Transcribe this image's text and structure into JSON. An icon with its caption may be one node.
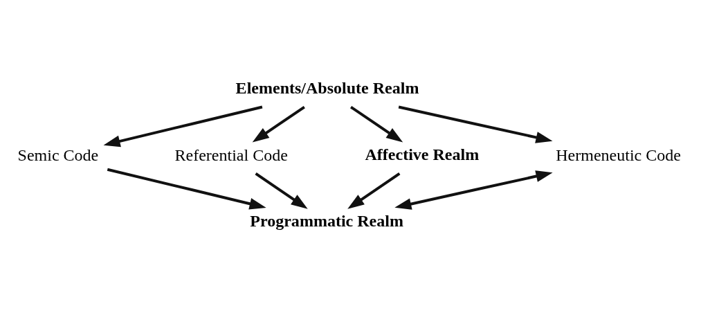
{
  "diagram": {
    "nodes": [
      {
        "text": [
          "Elements/Absolute Realm"
        ]
      },
      {
        "text": [
          "Semic Code"
        ]
      },
      {
        "text": [
          "Referential Code"
        ]
      },
      {
        "text": [
          "Affective Realm"
        ]
      },
      {
        "text": [
          "Hermeneutic Code"
        ]
      },
      {
        "text": [
          "Programmatic Realm"
        ]
      }
    ],
    "edges": [
      {
        "from": 0,
        "to": 2,
        "arrow": "to"
      },
      {
        "from": 0,
        "to": 1,
        "arrow": "to"
      },
      {
        "from": 0,
        "to": 3,
        "arrow": "to"
      },
      {
        "from": 0,
        "to": 4,
        "arrow": "to"
      },
      {
        "from": 2,
        "to": 5,
        "arrow": "to"
      },
      {
        "from": 1,
        "to": 5,
        "arrow": "to"
      },
      {
        "from": 3,
        "to": 5,
        "arrow": "to"
      },
      {
        "from": 4,
        "to": 5,
        "arrow": "both"
      }
    ]
  }
}
